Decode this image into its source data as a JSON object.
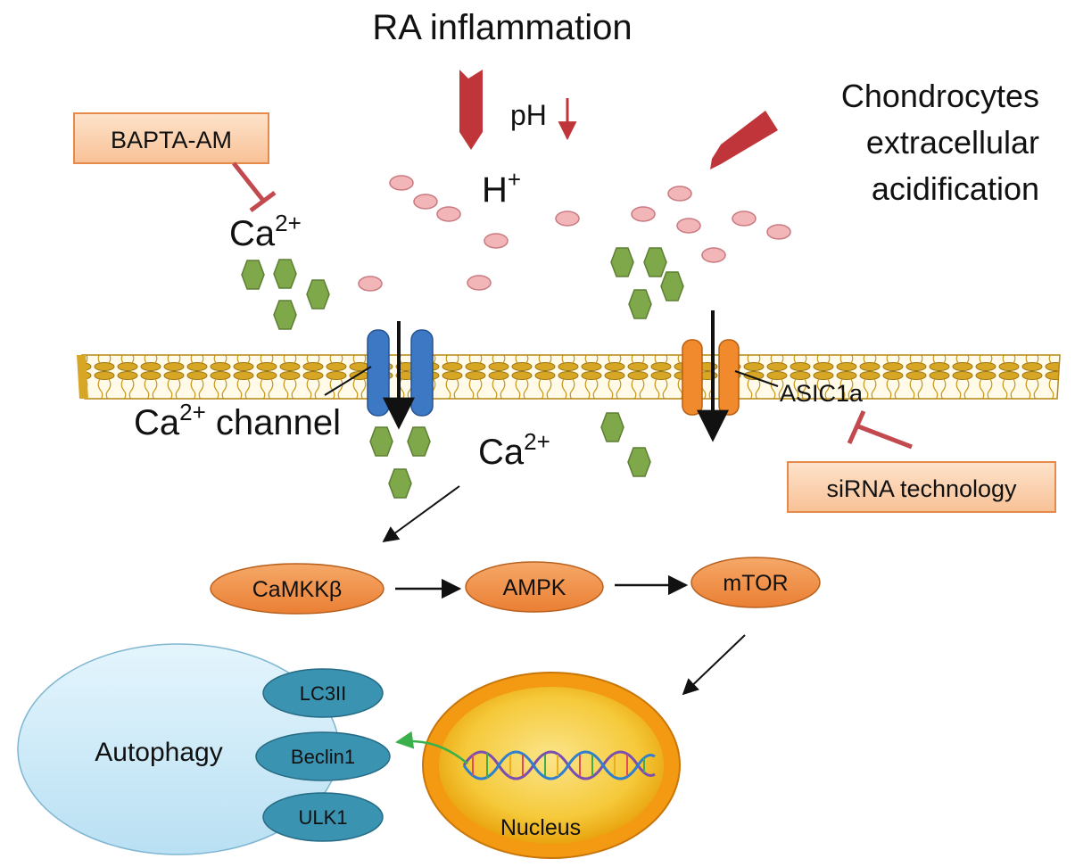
{
  "title": "RA inflammation",
  "ph_label": "pH",
  "h_ion": {
    "symbol": "H",
    "charge": "+"
  },
  "chondrocytes_text": [
    "Chondrocytes",
    "extracellular",
    "acidification"
  ],
  "calcium": {
    "symbol": "Ca",
    "charge": "2+"
  },
  "ca_channel_suffix": " channel",
  "inhibitors": {
    "bapta": "BAPTA-AM",
    "sirna": "siRNA technology"
  },
  "asic_label": "ASIC1a",
  "pathway": [
    "CaMKKβ",
    "AMPK",
    "mTOR"
  ],
  "autophagy": {
    "label": "Autophagy",
    "markers": [
      "LC3II",
      "Beclin1",
      "ULK1"
    ]
  },
  "nucleus_label": "Nucleus",
  "colors": {
    "proton": "#f3b6b8",
    "proton_stroke": "#c97a80",
    "calcium": "#7fa84a",
    "calcium_stroke": "#5d7f33",
    "red_arrow": "#c0353a",
    "inhibitor_box": "#fbd2b0",
    "inhibitor_stroke": "#e58a4a",
    "inhibitor_line": "#c24a4f",
    "pathway_fill": "#f0914a",
    "ca_channel": "#3c78c4",
    "asic_channel": "#f08a2c",
    "membrane": "#d6a624",
    "autophagy_fill": "#c9e9f8",
    "marker_fill": "#3b93b2",
    "nucleus_ring": "#f39a12",
    "nucleus_core": "#f7d44a",
    "green_arrow": "#3ab04a"
  }
}
